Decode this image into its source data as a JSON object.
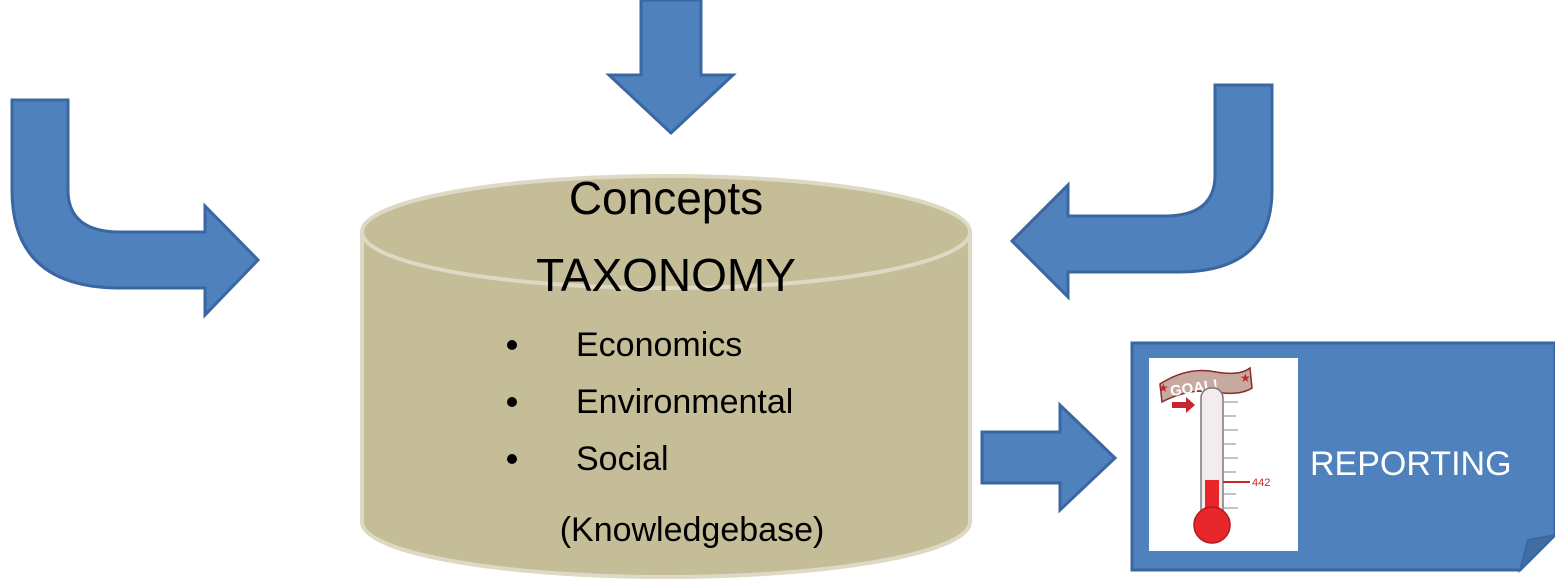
{
  "database": {
    "title_line1": "Concepts",
    "title_line2": "TAXONOMY",
    "items": [
      "Economics",
      "Environmental",
      "Social"
    ],
    "footer": "(Knowledgebase)"
  },
  "reporting": {
    "label": "REPORTING",
    "goal_banner": "GOAL!",
    "level_value": "442"
  },
  "colors": {
    "arrow": "#4f81bd",
    "cylinder": "#c4bd97",
    "thermometer_fill": "#e8262b"
  },
  "icons": {
    "thermometer": "goal-thermometer-icon"
  }
}
